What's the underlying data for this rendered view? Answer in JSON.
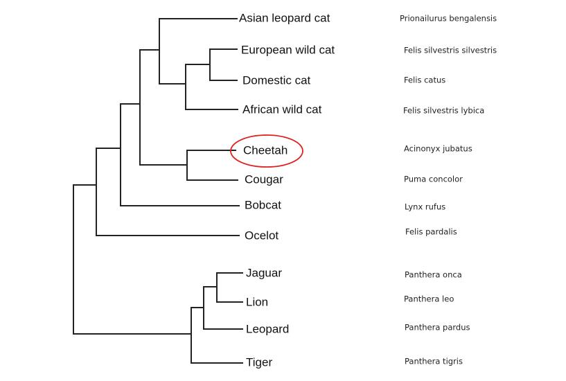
{
  "taxa": [
    {
      "common": "Asian leopard cat",
      "scientific": "Prionailurus bengalensis"
    },
    {
      "common": "European wild cat",
      "scientific": "Felis silvestris silvestris"
    },
    {
      "common": "Domestic cat",
      "scientific": "Felis catus"
    },
    {
      "common": "African wild cat",
      "scientific": "Felis silvestris lybica"
    },
    {
      "common": "Cheetah",
      "scientific": "Acinonyx jubatus"
    },
    {
      "common": "Cougar",
      "scientific": "Puma concolor"
    },
    {
      "common": "Bobcat",
      "scientific": "Lynx rufus"
    },
    {
      "common": "Ocelot",
      "scientific": "Felis pardalis"
    },
    {
      "common": "Jaguar",
      "scientific": "Panthera onca"
    },
    {
      "common": "Lion",
      "scientific": "Panthera leo"
    },
    {
      "common": "Leopard",
      "scientific": "Panthera pardus"
    },
    {
      "common": "Tiger",
      "scientific": "Panthera tigris"
    }
  ],
  "highlight": {
    "taxon": "Cheetah",
    "color": "#e02020"
  }
}
